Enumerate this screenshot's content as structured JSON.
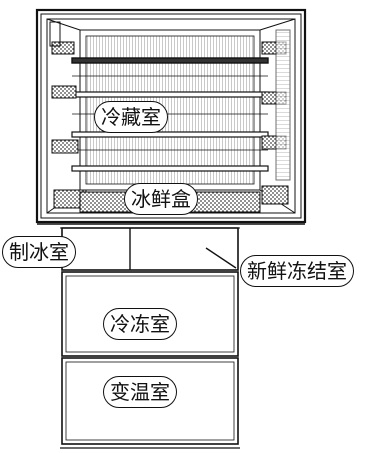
{
  "labels": {
    "fridge": "冷藏室",
    "crisper": "冰鲜盒",
    "ice_maker": "制冰室",
    "fresh_freeze": "新鲜冻结室",
    "freezer": "冷冻室",
    "variable_temp": "变温室"
  },
  "colors": {
    "line": "#111111",
    "background": "#ffffff",
    "hatch": "#555555"
  }
}
